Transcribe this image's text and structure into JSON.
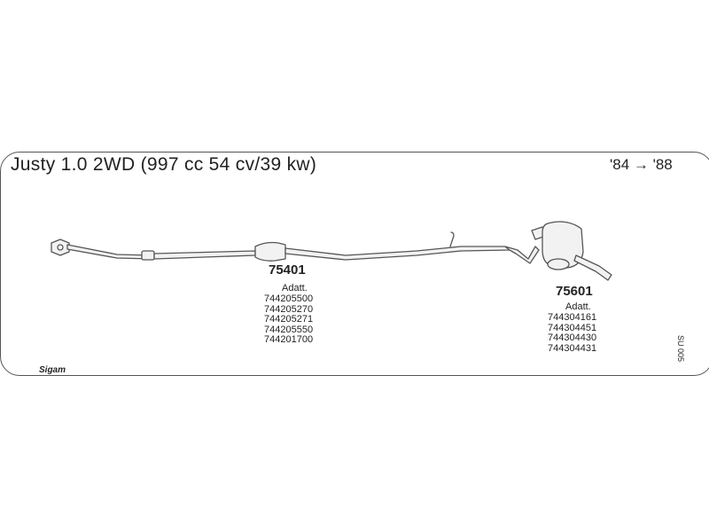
{
  "diagram": {
    "title": "Justy 1.0 2WD (997 cc 54 cv/39 kw)",
    "years": "'84 → '88",
    "reference_code": "SU 005",
    "logo": "Sigam",
    "parts": [
      {
        "code": "75401",
        "adapt_label": "Adatt.",
        "references": [
          "744205500",
          "744205270",
          "744205271",
          "744205550",
          "744201700"
        ]
      },
      {
        "code": "75601",
        "adapt_label": "Adatt.",
        "references": [
          "744304161",
          "744304451",
          "744304430",
          "744304431"
        ]
      }
    ]
  },
  "colors": {
    "line": "#555555",
    "text": "#222222",
    "pipe_fill": "#f2f2f2"
  }
}
